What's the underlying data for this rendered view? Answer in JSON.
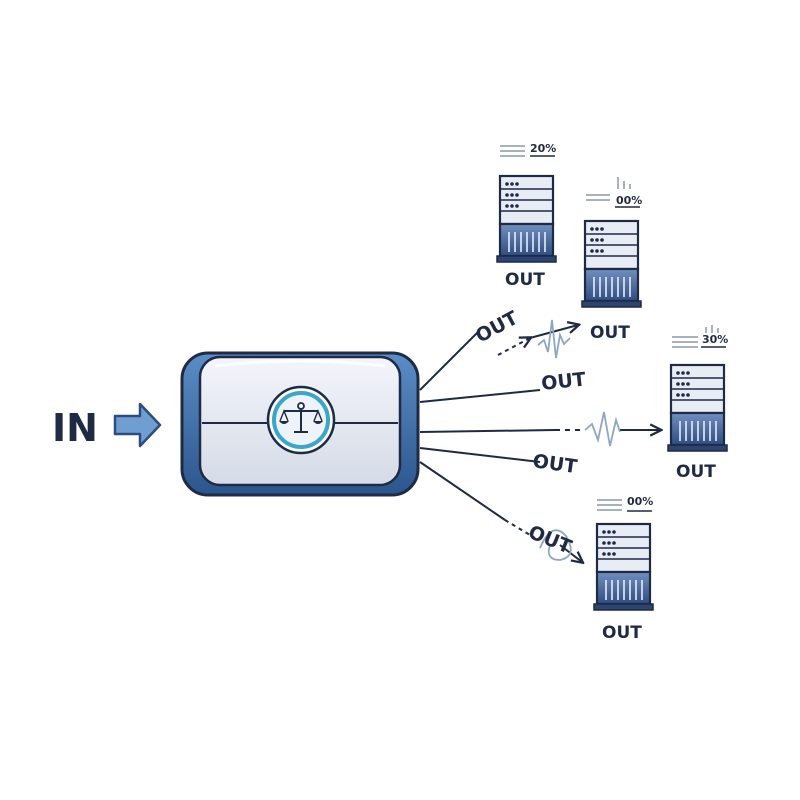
{
  "input": {
    "label": "IN"
  },
  "balancer": {
    "icon": "scale-balance-icon"
  },
  "path_labels": [
    "OUT",
    "OUT",
    "OUT",
    "OUT"
  ],
  "servers": [
    {
      "id": "server-1",
      "label": "OUT",
      "load": "20%"
    },
    {
      "id": "server-2",
      "label": "OUT",
      "load": "00%"
    },
    {
      "id": "server-3",
      "label": "OUT",
      "load": "30%"
    },
    {
      "id": "server-4",
      "label": "OUT",
      "load": "00%"
    }
  ],
  "colors": {
    "ink": "#1f2a44",
    "accent": "#4a7fb5",
    "server_top": "#e8edf5",
    "server_body": "#3f5f91",
    "server_base": "#2b4470",
    "balancer_frame": "#3b6aa6",
    "balancer_face": "#e6e9f2",
    "ring": "#3aa7c9",
    "signal": "#8fa6c4"
  }
}
